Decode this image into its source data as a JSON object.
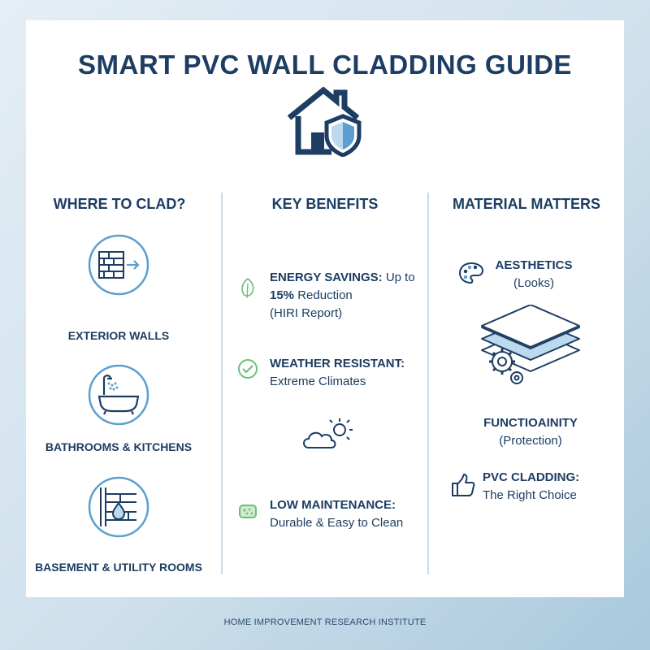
{
  "title": "SMART PVC WALL CLADDING GUIDE",
  "colors": {
    "navy": "#1d3d63",
    "accent": "#5b9fcf",
    "light_blue": "#bcd9ef",
    "green": "#6cbf7a"
  },
  "house_icon": "house-shield-icon",
  "columns": {
    "where": {
      "heading": "WHERE TO CLAD?",
      "items": [
        {
          "icon": "brick-wall-arrow-icon",
          "label": "EXTERIOR WALLS"
        },
        {
          "icon": "shower-bathtub-icon",
          "label": "BATHROOMS & KITCHENS"
        },
        {
          "icon": "wall-water-drop-icon",
          "label": "BASEMENT & UTILITY ROOMS"
        }
      ]
    },
    "benefits": {
      "heading": "KEY BENEFITS",
      "items": [
        {
          "icon": "leaf-icon",
          "title": "ENERGY SAVINGS:",
          "line1": "Up to",
          "line2_bold": "15%",
          "line2": "Reduction",
          "line3": "(HIRI Report)"
        },
        {
          "icon": "check-circle-icon",
          "title": "WEATHER RESISTANT:",
          "line2": "Extreme Climates"
        },
        {
          "icon": "sponge-icon",
          "title": "LOW MAINTENANCE:",
          "line2": "Durable & Easy to Clean"
        }
      ],
      "weather_icon": "cloud-sun-icon"
    },
    "material": {
      "heading": "MATERIAL MATTERS",
      "aesthetics": {
        "icon": "palette-icon",
        "title": "AESTHETICS",
        "sub": "(Looks)"
      },
      "layers_icon": "layers-gear-icon",
      "functionality": {
        "title": "FUNCTIOAINITY",
        "sub": "(Protection)"
      },
      "choice": {
        "icon": "thumbs-up-icon",
        "title": "PVC CLADDING:",
        "sub": "The Right Choice"
      }
    }
  },
  "footer": "HOME IMPROVEMENT RESEARCH INSTITUTE"
}
